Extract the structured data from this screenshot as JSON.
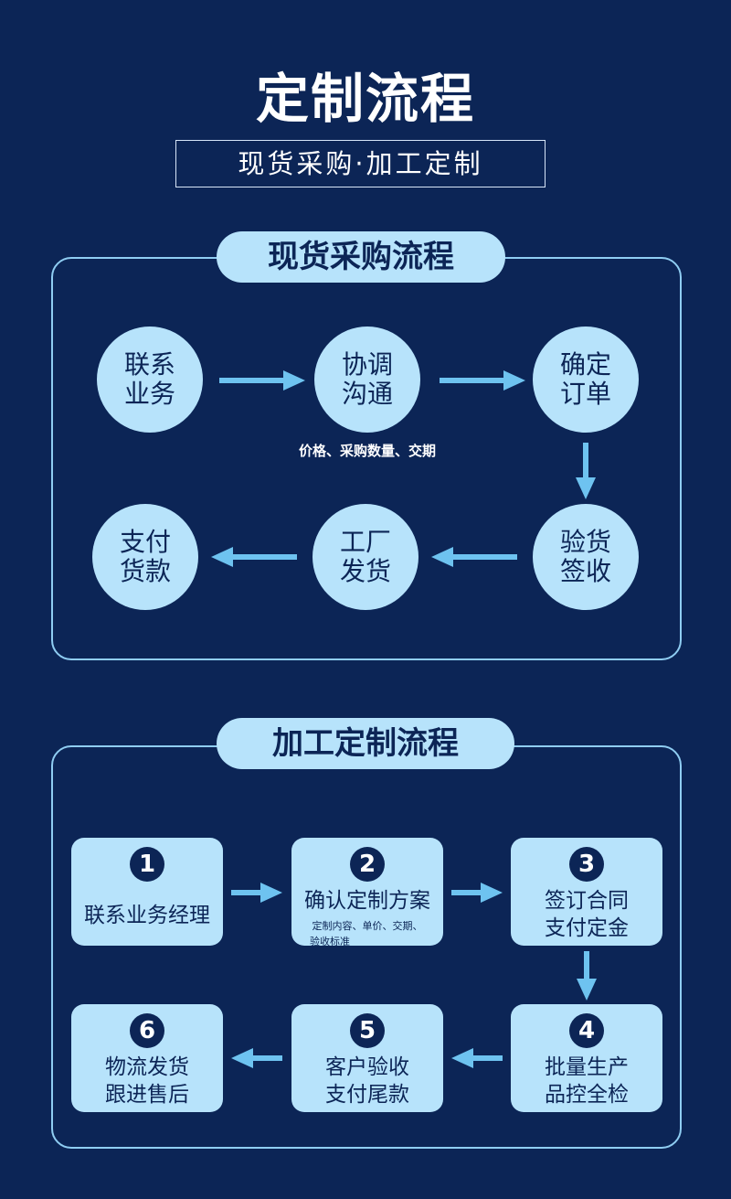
{
  "title": "定制流程",
  "subtitle": "现货采购·加工定制",
  "spot": {
    "heading": "现货采购流程",
    "steps": [
      {
        "line1": "联系",
        "line2": "业务"
      },
      {
        "line1": "协调",
        "line2": "沟通"
      },
      {
        "line1": "确定",
        "line2": "订单"
      },
      {
        "line1": "验货",
        "line2": "签收"
      },
      {
        "line1": "工厂",
        "line2": "发货"
      },
      {
        "line1": "支付",
        "line2": "货款"
      }
    ],
    "note": "价格、采购数量、交期"
  },
  "custom": {
    "heading": "加工定制流程",
    "steps": [
      {
        "num": "1",
        "line1": "联系业务经理",
        "line2": ""
      },
      {
        "num": "2",
        "line1": "确认定制方案",
        "line2": "",
        "note1": "定制内容、单价、交期、",
        "note2": "验收标准"
      },
      {
        "num": "3",
        "line1": "签订合同",
        "line2": "支付定金"
      },
      {
        "num": "4",
        "line1": "批量生产",
        "line2": "品控全检"
      },
      {
        "num": "5",
        "line1": "客户验收",
        "line2": "支付尾款"
      },
      {
        "num": "6",
        "line1": "物流发货",
        "line2": "跟进售后"
      }
    ]
  },
  "colors": {
    "background": "#0c2556",
    "accent": "#b7e3fb",
    "arrow": "#6ec3f0",
    "border": "#8fcdf2"
  }
}
